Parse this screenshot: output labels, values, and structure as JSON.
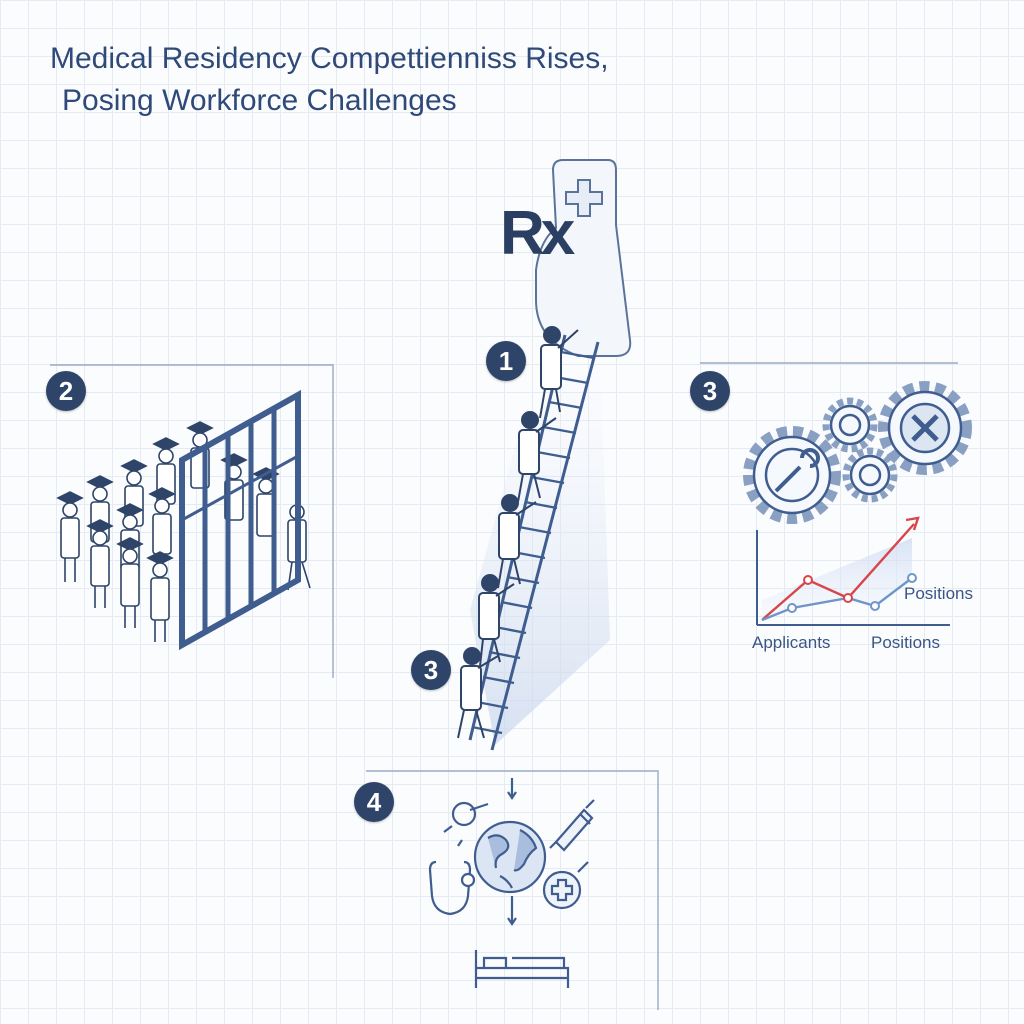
{
  "title": {
    "line1": "Medical Residency Compettienniss Rises,",
    "line2": "Posing Workforce Challenges"
  },
  "rx_label": "Rx",
  "badges": {
    "ladder_top": "1",
    "gate": "2",
    "gears": "3",
    "ladder_bottom": "3",
    "global": "4"
  },
  "chart": {
    "label_positions_upper": "Positions",
    "label_applicants": "Applicants",
    "label_positions_lower": "Positions"
  },
  "colors": {
    "navy": "#2e4468",
    "line_blue": "#3f5d8f",
    "accent_red": "#d8464a",
    "series_blue": "#6f95c9"
  },
  "icons": [
    "rx-bottle-icon",
    "ladder-icon",
    "gate-icon",
    "graduate-icon",
    "wrench-gear-icon",
    "shield-gear-icon",
    "x-gear-icon",
    "globe-icon",
    "stethoscope-icon",
    "syringe-icon",
    "medical-cross-icon",
    "bed-icon",
    "satellite-icon"
  ]
}
